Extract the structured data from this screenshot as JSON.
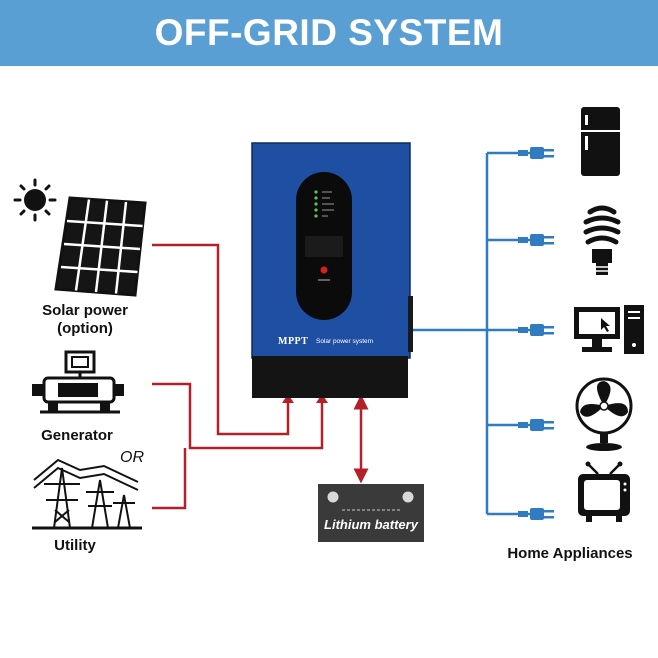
{
  "title": "OFF-GRID SYSTEM",
  "labels": {
    "solar_line1": "Solar power",
    "solar_line2": "(option)",
    "generator": "Generator",
    "or": "OR",
    "utility": "Utility",
    "battery": "Lithium battery",
    "home_appliances": "Home Appliances"
  },
  "inverter": {
    "brand": "MPPT",
    "subtitle": "Solar power system"
  },
  "appliances": [
    "refrigerator-icon",
    "bulb-icon",
    "computer-icon",
    "fan-icon",
    "tv-icon"
  ],
  "colors": {
    "banner": "#5a9fd4",
    "ac_line": "#b3202a",
    "output_line": "#2f7cc0",
    "inverter_body": "#1f4fa3",
    "battery": "#3a3a3a"
  }
}
